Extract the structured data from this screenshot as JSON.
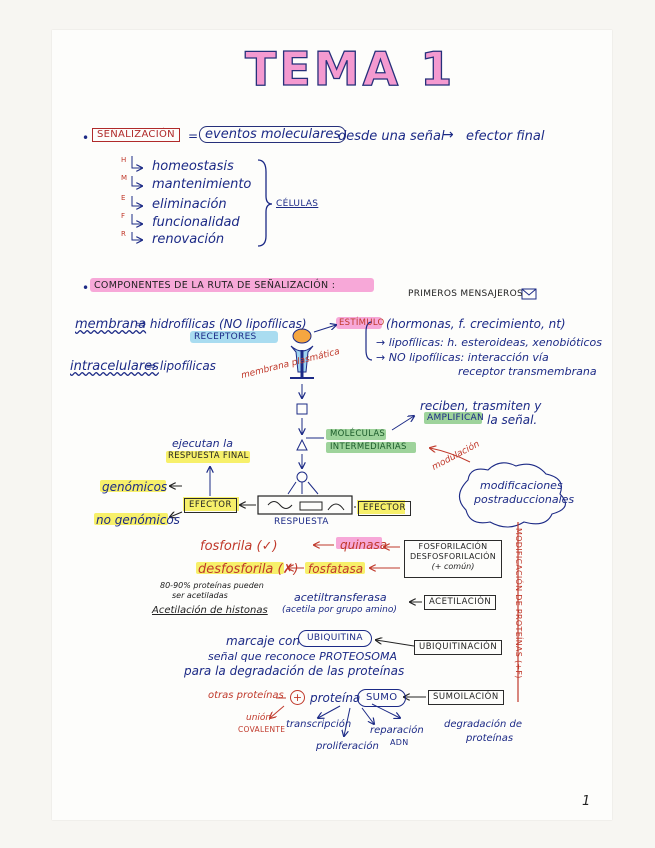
{
  "title": "TEMA 1",
  "definition": {
    "term": "SEÑALIZACIÓN",
    "equals": "=",
    "box_text": "eventos moleculares",
    "rest": "desde una señal",
    "arrow": "→",
    "end": "efector final"
  },
  "functions": {
    "items": [
      {
        "letter": "H",
        "text": "homeostasis"
      },
      {
        "letter": "M",
        "text": "mantenimiento"
      },
      {
        "letter": "E",
        "text": "eliminación"
      },
      {
        "letter": "F",
        "text": "funcionalidad"
      },
      {
        "letter": "R",
        "text": "renovación"
      }
    ],
    "target": "CÉLULAS"
  },
  "components": {
    "heading": "COMPONENTES DE LA RUTA DE SEÑALIZACIÓN :",
    "primeros": "PRIMEROS MENSAJEROS",
    "membrana_line_a": "membrana",
    "membrana_line_b": "⇒ hidrofílicas (NO lipofílicas)",
    "receptores": "RECEPTORES",
    "intracelulares_a": "intracelulares",
    "intracelulares_b": "⇒ lipofílicas",
    "membrana_plasmatica": "membrana plasmática",
    "estimulo": "ESTÍMULO",
    "stim_a": "(hormonas, f. crecimiento, nt)",
    "stim_b": "→ lipofílicas: h. esteroideas, xenobióticos",
    "stim_c": "→ NO lipofílicas: interacción vía",
    "stim_d": "receptor transmembrana",
    "moleculas_a": "MOLÉCULAS",
    "moleculas_b": "INTERMEDIARIAS",
    "reciben_a": "reciben, trasmiten y",
    "amplifican": "AMPLIFICAN",
    "reciben_b": "la señal.",
    "modulacion": "modulación",
    "modificaciones_a": "modificaciones",
    "modificaciones_b": "postraduccionales",
    "ejecutan_a": "ejecutan la",
    "ejecutan_b": "RESPUESTA FINAL",
    "genomicos": "genómicos",
    "no_genomicos": "no genómicos",
    "efector_left": "EFECTOR",
    "efector_right": "EFECTOR",
    "respuesta": "RESPUESTA",
    "vertical": "MODIFICACIÓN DE PROTEÍNAS (+F)"
  },
  "ptm": {
    "fosforila": "fosforila (✓)",
    "quinasa": "quinasa",
    "desfosforila": "desfosforila (✗)",
    "fosfatasa": "fosfatasa",
    "fosforilacion_a": "FOSFORILACIÓN",
    "fosforilacion_b": "DESFOSFORILACIÓN",
    "fosforilacion_c": "(+ común)",
    "acet_note_a": "80-90% proteínas pueden",
    "acet_note_b": "ser acetiladas",
    "acet_note_c": "Acetilación de histonas",
    "acetiltransferasa_a": "acetiltransferasa",
    "acetiltransferasa_b": "(acetila por grupo amino)",
    "acetilacion": "ACETILACIÓN",
    "marcaje": "marcaje con",
    "ubiquitina": "UBIQUITINA",
    "ubiquitinacion": "UBIQUITINACIÓN",
    "senal_a": "señal que reconoce PROTEOSOMA",
    "senal_b": "para la degradación de las proteínas",
    "otras": "otras proteínas",
    "plus": "+",
    "proteina": "proteína",
    "sumo": "SUMO",
    "sumoilacion": "SUMOILACIÓN",
    "union_a": "unión",
    "union_b": "COVALENTE",
    "transcripcion": "transcripción",
    "reparacion_a": "reparación",
    "reparacion_b": "ADN",
    "degradacion_a": "degradación de",
    "degradacion_b": "proteínas",
    "proliferacion": "proliferación"
  },
  "page_number": "1",
  "colors": {
    "title_fill": "#f49ad0",
    "ink": "#1c2a86",
    "red": "#c0392b",
    "pink_highlight": "#f7a8d8",
    "yellow_highlight": "#f7f06a",
    "blue_highlight": "#a9dcf0",
    "green_highlight": "#9ed39b"
  }
}
